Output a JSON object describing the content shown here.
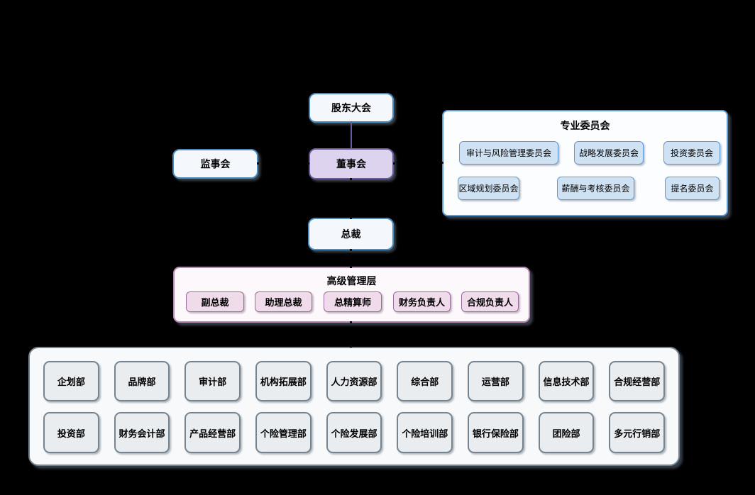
{
  "nodes": {
    "shareholders_meeting": "股东大会",
    "supervisory_board": "监事会",
    "board_of_directors": "董事会",
    "president": "总裁"
  },
  "committees": {
    "title": "专业委员会",
    "row1": [
      "审计与风险管理委员会",
      "战略发展委员会",
      "投资委员会"
    ],
    "row2": [
      "区域规划委员会",
      "薪酬与考核委员会",
      "提名委员会"
    ]
  },
  "senior_management": {
    "title": "高级管理层",
    "members": [
      "副总裁",
      "助理总裁",
      "总精算师",
      "财务负责人",
      "合规负责人"
    ]
  },
  "departments": {
    "row1": [
      "企划部",
      "品牌部",
      "审计部",
      "机构拓展部",
      "人力资源部",
      "综合部",
      "运营部",
      "信息技术部",
      "合规经营部"
    ],
    "row2": [
      "投资部",
      "财务会计部",
      "产品经营部",
      "个险管理部",
      "个险发展部",
      "个险培训部",
      "银行保险部",
      "团险部",
      "多元行销部"
    ]
  },
  "colors": {
    "canvas_bg": "#000000",
    "blue_node_border": "#4a8bbd",
    "blue_node_fill": "#f4f8fd",
    "purple_node_border": "#6a5a9d",
    "purple_node_fill": "#ddd3ee",
    "connector": "#6a5a9d",
    "committee_container_border": "#5b9bd5",
    "committee_container_fill": "#fcfdff",
    "committee_box_fill": "#cfe2f3",
    "senior_container_border": "#b48ab0",
    "senior_container_fill": "#fdf8fc",
    "senior_box_border": "#9a6c9d",
    "senior_box_fill": "#f0dbeb",
    "dept_container_border": "#76848f",
    "dept_container_fill": "#f7f9fa",
    "dept_box_fill": "#e9edf0",
    "text": "#000000"
  }
}
